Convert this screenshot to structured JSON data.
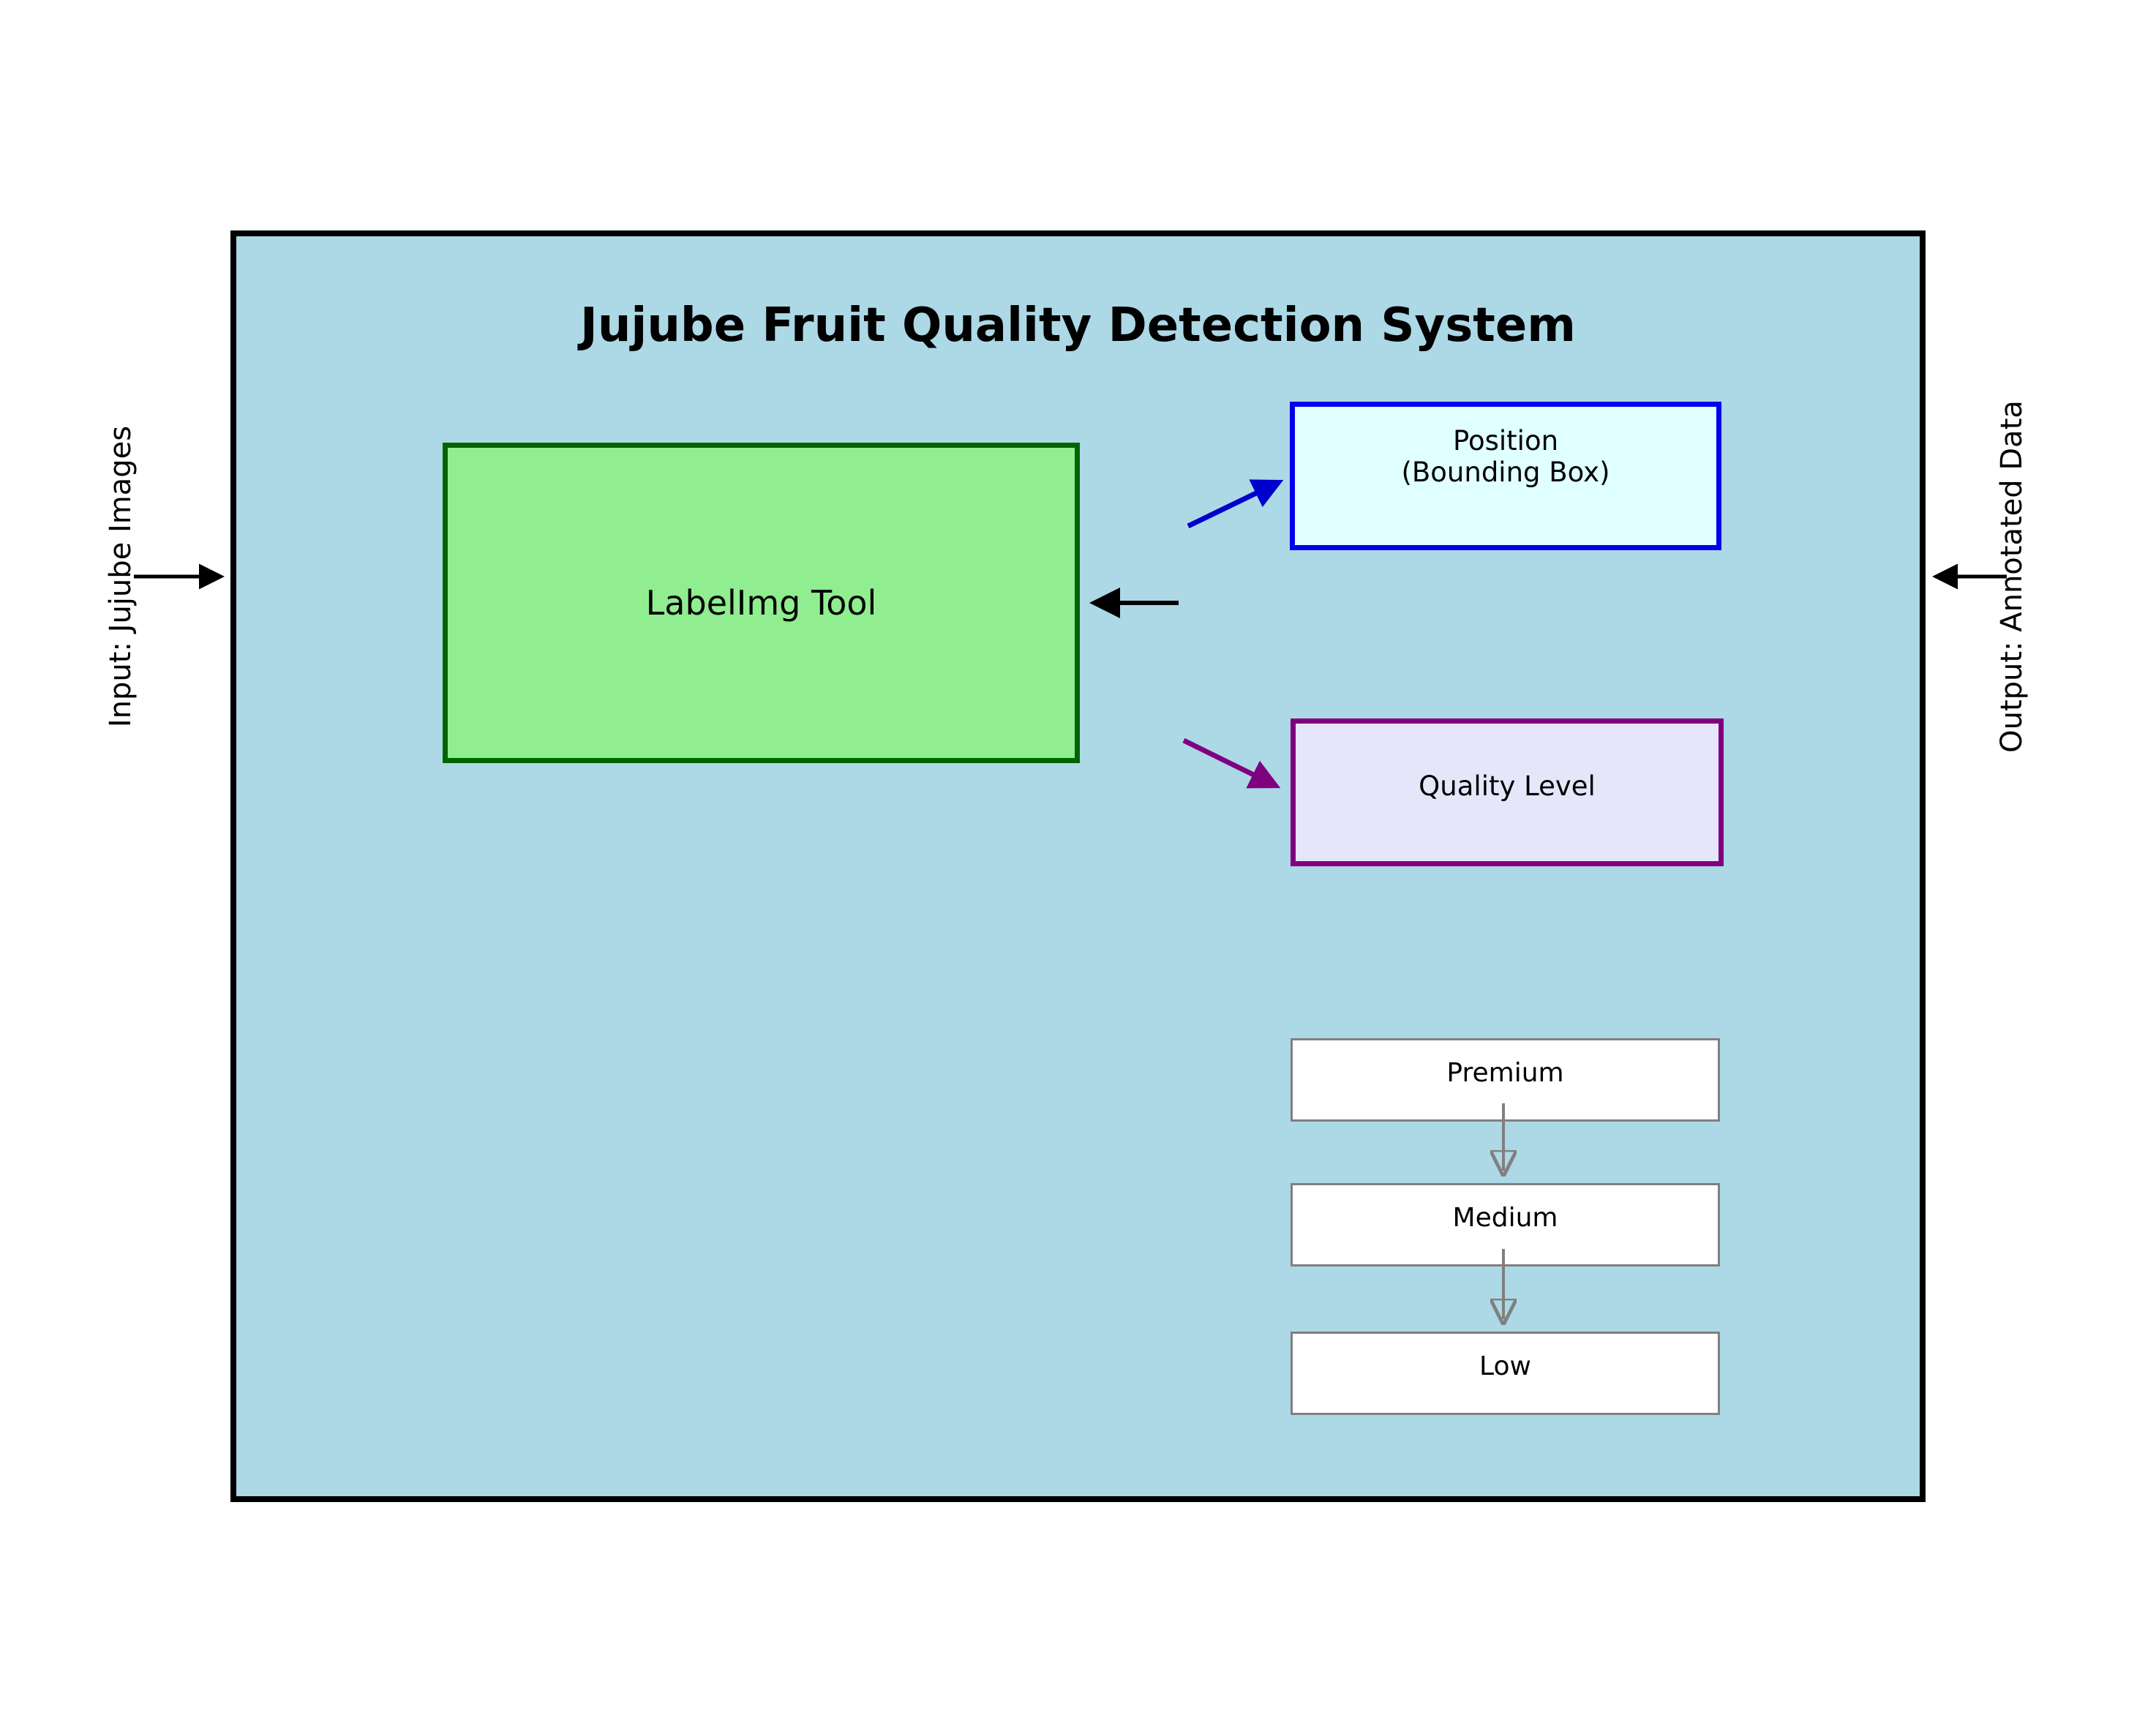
{
  "title": "Jujube Fruit Quality Detection System",
  "side_labels": {
    "input": "Input: Jujube Images",
    "output": "Output: Annotated Data"
  },
  "boxes": {
    "labelimg": {
      "label": "LabelImg Tool",
      "fill": "#90EE90",
      "border": "#006400"
    },
    "position": {
      "line1": "Position",
      "line2": "(Bounding Box)",
      "fill": "#E0FFFF",
      "border": "#0000EE"
    },
    "quality": {
      "label": "Quality Level",
      "fill": "#E6E6FA",
      "border": "#800080"
    }
  },
  "levels": [
    {
      "label": "Premium"
    },
    {
      "label": "Medium"
    },
    {
      "label": "Low"
    }
  ],
  "colors": {
    "page_background": "#FFFFFF",
    "system_fill": "#ADD8E6",
    "system_border": "#000000",
    "arrow_black": "#000000",
    "arrow_blue": "#0000CC",
    "arrow_purple": "#800080",
    "arrow_gray": "#808080",
    "level_box_border": "#808080"
  }
}
